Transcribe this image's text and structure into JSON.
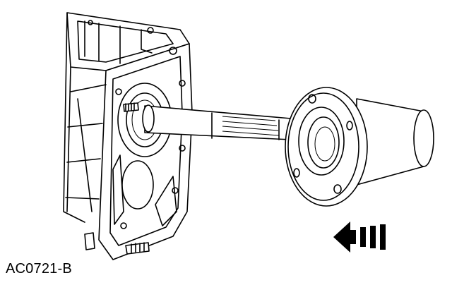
{
  "figure": {
    "reference_code": "AC0721-B"
  },
  "components": [
    "transmission-case",
    "input-shaft",
    "seal-installer-tool",
    "direction-arrow"
  ]
}
